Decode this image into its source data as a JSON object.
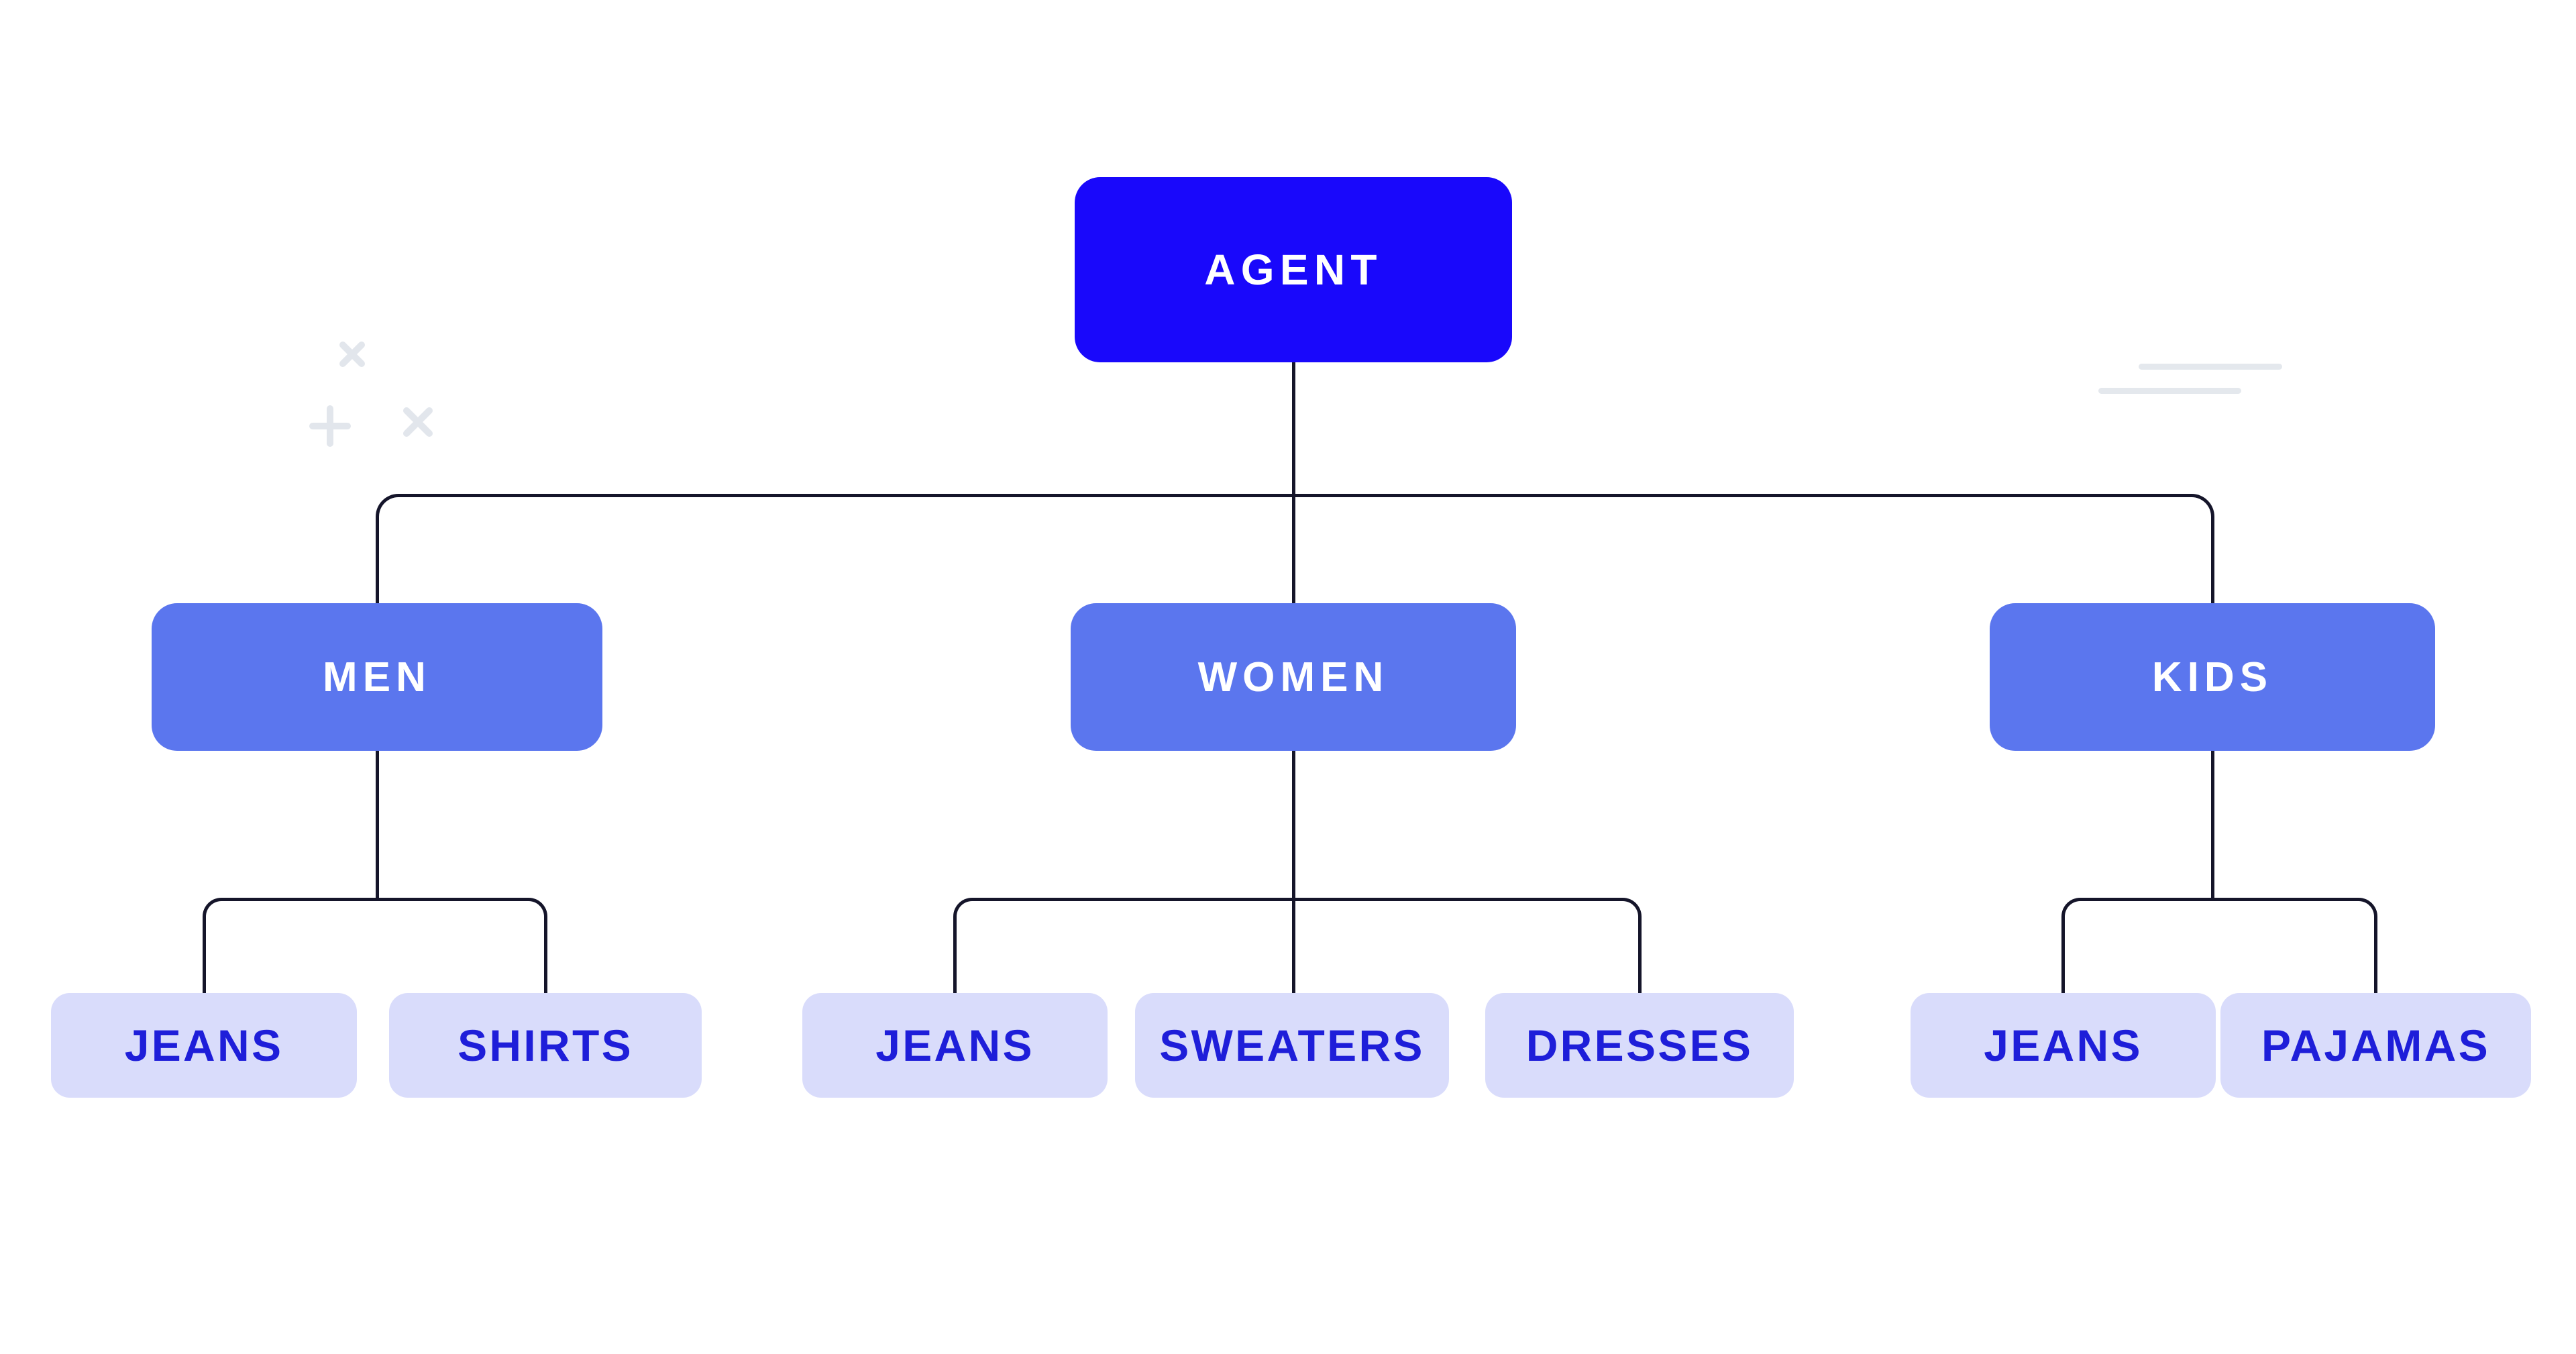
{
  "page": {
    "background": "#ffffff"
  },
  "tree": {
    "root": {
      "label": "AGENT"
    },
    "categories": [
      {
        "label": "MEN",
        "children": [
          "JEANS",
          "SHIRTS"
        ]
      },
      {
        "label": "WOMEN",
        "children": [
          "JEANS",
          "SWEATERS",
          "DRESSES"
        ]
      },
      {
        "label": "KIDS",
        "children": [
          "JEANS",
          "PAJAMAS"
        ]
      }
    ]
  },
  "colors": {
    "root_fill": "#1908fb",
    "category_fill": "#5b76ee",
    "item_fill": "#d9dcfb",
    "item_text": "#1e1ed9",
    "node_text": "#ffffff",
    "connector": "#15152a",
    "decoration": "#e4e8ed"
  },
  "decorations": {
    "marks": [
      "x-mark",
      "plus-mark",
      "x-mark"
    ],
    "lines": [
      "short-line",
      "short-line"
    ]
  }
}
